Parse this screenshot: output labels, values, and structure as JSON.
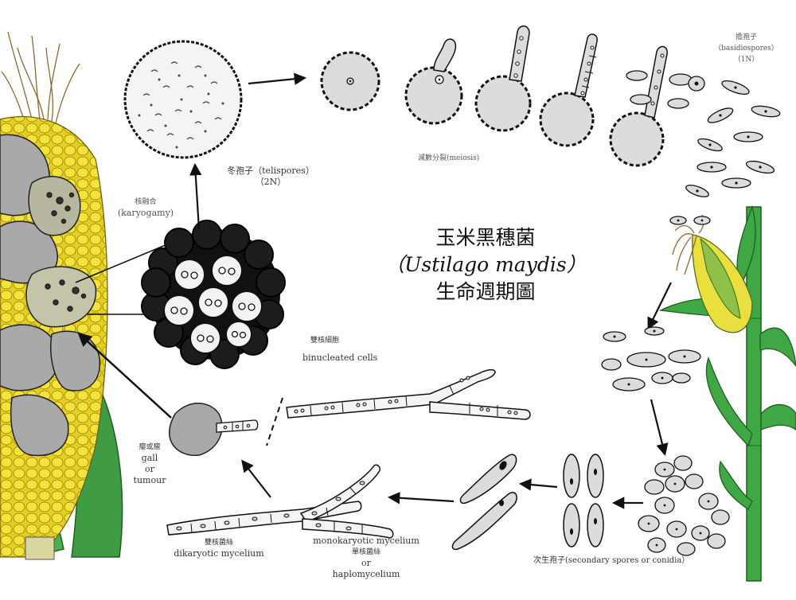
{
  "title": {
    "line1": "玉米黑穗菌",
    "line2": "（Ustilago maydis）",
    "line3": "生命週期圖"
  },
  "labels": {
    "telispores_zh": "冬孢子（telispores）",
    "telispores_n": "（2N）",
    "meiosis": "減數分裂(meiosis)",
    "basidiospores_zh": "擔孢子",
    "basidiospores_en": "（basidiospores）",
    "basidiospores_n": "（1N）",
    "karyogamy_zh": "核融合",
    "karyogamy_en": "(karyogamy)",
    "binucleated_zh": "雙核細胞",
    "binucleated_en": "binucleated cells",
    "gall_zh": "瘿或瘤",
    "gall_en1": "gall",
    "gall_en2": "or",
    "gall_en3": "tumour",
    "dikaryotic_zh": "雙核菌絲",
    "dikaryotic_en": "dikaryotic mycelium",
    "mono_en1": "monokaryotic mycelium",
    "mono_zh": "單核菌絲",
    "mono_en2": "or",
    "mono_en3": "haplomycelium",
    "secondary": "次生孢子(secondary spores or conidia）"
  },
  "colors": {
    "spore_fill": "#dcdcdc",
    "gall_gray": "#a9a9a9",
    "corn_yellow": "#f1e02c",
    "leaf_green": "#2f9a34",
    "ink": "#111111"
  }
}
